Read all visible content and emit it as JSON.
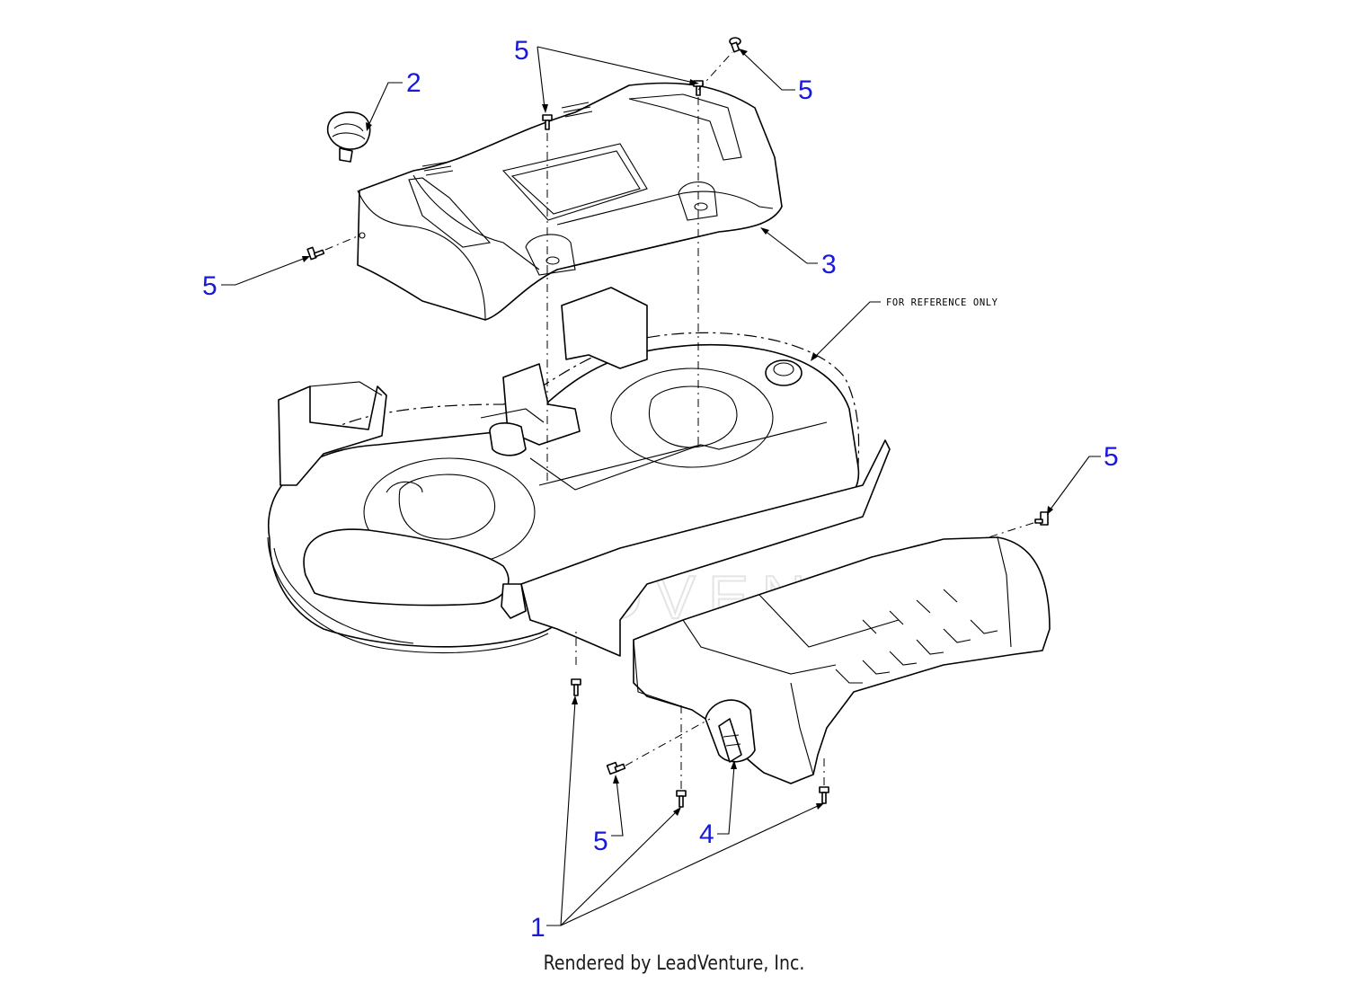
{
  "diagram": {
    "note": "FOR REFERENCE ONLY",
    "watermark": "LEADVENTURE",
    "footer": "Rendered by LeadVenture, Inc.",
    "callouts": {
      "c1": "1",
      "c2": "2",
      "c3": "3",
      "c4": "4",
      "c5a": "5",
      "c5b": "5",
      "c5c": "5",
      "c5d": "5",
      "c5e": "5"
    },
    "colors": {
      "callout": "#1a1ad6",
      "line": "#000000",
      "watermark": "#e4e4e4"
    }
  }
}
